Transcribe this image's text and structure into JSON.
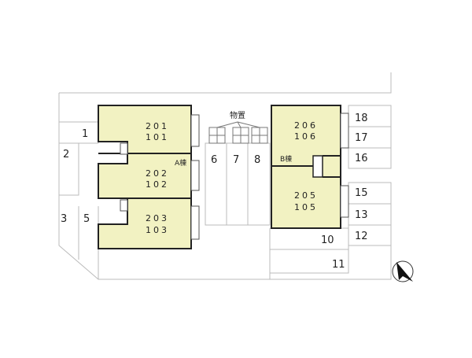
{
  "colors": {
    "building": "#f2f2c2",
    "outline": "#222222",
    "line": "#bbbbbb",
    "background": "#ffffff"
  },
  "shed_label": "物置",
  "compass_icon": "north-arrow-icon",
  "buildings": {
    "a": {
      "label": "A棟",
      "units": [
        {
          "upper": "201",
          "lower": "101"
        },
        {
          "upper": "202",
          "lower": "102"
        },
        {
          "upper": "203",
          "lower": "103"
        }
      ]
    },
    "b": {
      "label": "B棟",
      "units": [
        {
          "upper": "206",
          "lower": "106"
        },
        {
          "upper": "205",
          "lower": "105"
        }
      ]
    }
  },
  "parking": [
    "1",
    "2",
    "3",
    "5",
    "6",
    "7",
    "8",
    "10",
    "11",
    "12",
    "13",
    "15",
    "16",
    "17",
    "18"
  ]
}
